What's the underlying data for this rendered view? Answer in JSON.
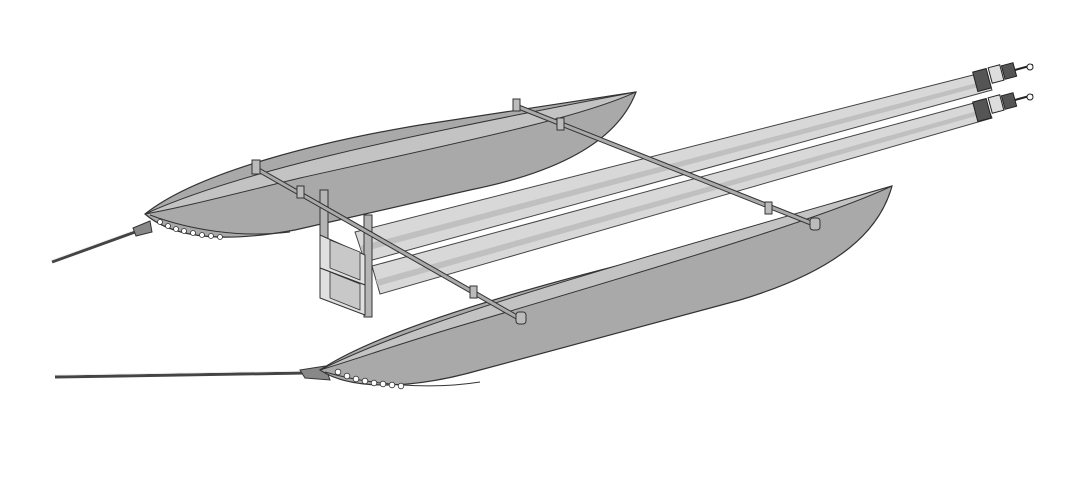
{
  "figure": {
    "kind": "technical illustration",
    "subject_icon": "catamaran-sampling-rig-illustration",
    "components": [
      "pontoon-hull",
      "pontoon-hull",
      "cross-beam",
      "cross-beam",
      "sample-box-frame",
      "sample-box",
      "sample-box",
      "tow-line",
      "tow-line",
      "extension-pole",
      "extension-pole",
      "pole-end-fitting",
      "pole-end-fitting"
    ],
    "colors": {
      "hull_fill": "#a9a9a9",
      "hull_deck": "#c3c3c3",
      "pole_fill": "#d6d6d6",
      "pole_highlight": "#c2c2c2",
      "outline": "#333333",
      "background": "#ffffff"
    }
  }
}
